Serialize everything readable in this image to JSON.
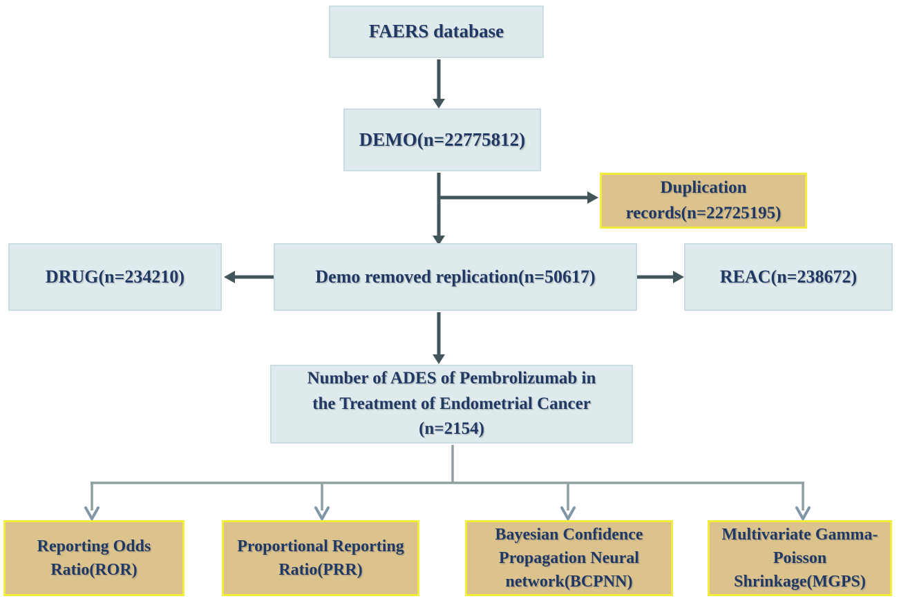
{
  "figure": {
    "type": "flowchart",
    "description": "FAERS database screening flow for pembrolizumab adverse events in endometrial cancer"
  },
  "colors": {
    "box_blue_fill": "#dfeaec",
    "box_blue_border": "#c9dde2",
    "box_tan_fill": "#dcc28c",
    "box_tan_border": "#f2ec3d",
    "text_navy": "#1f3864",
    "arrow_dark": "#42555b",
    "tree_line_gray": "#8f9fa1",
    "tree_arrowhead_gray": "#7f97a6",
    "background": "#ffffff"
  },
  "nodes": {
    "faers": {
      "label": "FAERS database"
    },
    "demo": {
      "label": "DEMO(n=22775812)"
    },
    "duplication": {
      "label": "Duplication\nrecords(n=22725195)"
    },
    "drug": {
      "label": "DRUG(n=234210)"
    },
    "demo_removed": {
      "label": "Demo removed replication(n=50617)"
    },
    "reac": {
      "label": "REAC(n=238672)"
    },
    "ades": {
      "label": "Number of ADES of Pembrolizumab in\nthe Treatment of Endometrial Cancer\n(n=2154)"
    },
    "ror": {
      "label": "Reporting Odds\nRatio(ROR)"
    },
    "prr": {
      "label": "Proportional Reporting\nRatio(PRR)"
    },
    "bcpnn": {
      "label": "Bayesian Confidence\nPropagation Neural\nnetwork(BCPNN)"
    },
    "mgps": {
      "label": "Multivariate Gamma-\nPoisson\nShrinkage(MGPS)"
    }
  },
  "counts": {
    "demo_total": 22775812,
    "duplication_records": 22725195,
    "demo_deduplicated": 50617,
    "drug_records": 234210,
    "reac_records": 238672,
    "ades_pembrolizumab_endometrial": 2154
  }
}
